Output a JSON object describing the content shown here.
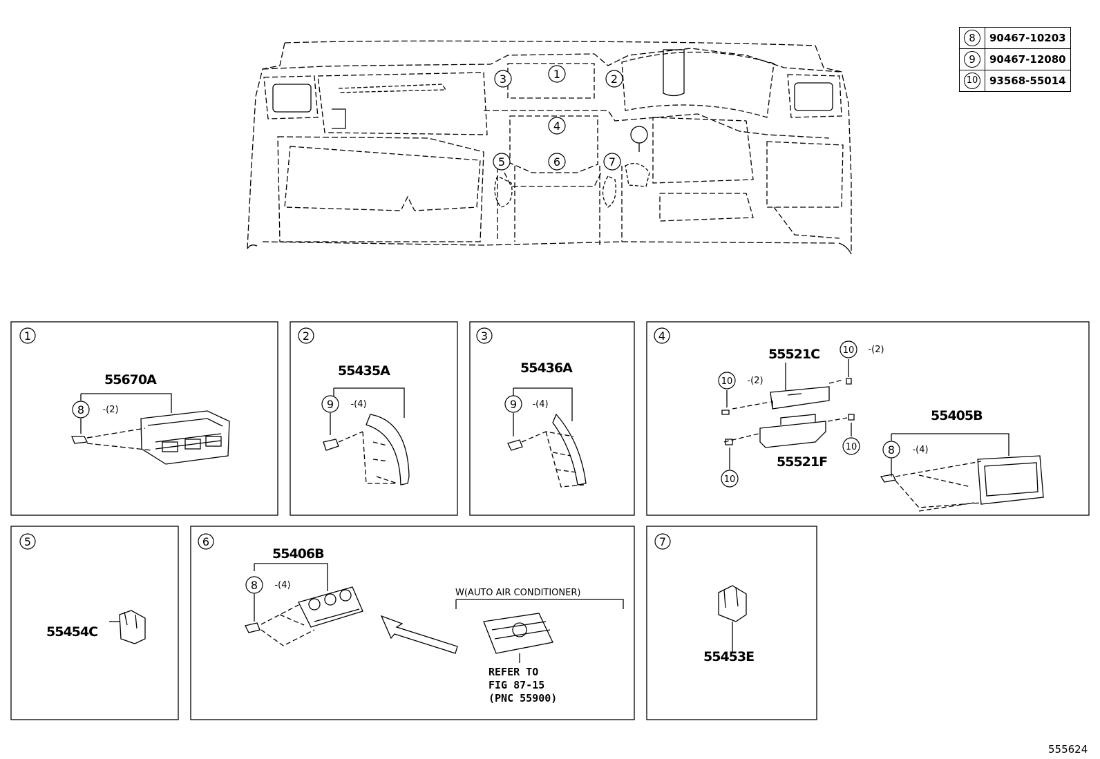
{
  "legend": [
    {
      "callout": "8",
      "part": "90467-10203"
    },
    {
      "callout": "9",
      "part": "90467-12080"
    },
    {
      "callout": "10",
      "part": "93568-55014"
    }
  ],
  "overview_callouts": [
    "1",
    "2",
    "3",
    "4",
    "5",
    "6",
    "7"
  ],
  "panels": [
    {
      "number": "1",
      "parts": [
        "55670A"
      ],
      "fasteners": [
        {
          "callout": "8",
          "qty": "-(2)"
        }
      ]
    },
    {
      "number": "2",
      "parts": [
        "55435A"
      ],
      "fasteners": [
        {
          "callout": "9",
          "qty": "-(4)"
        }
      ]
    },
    {
      "number": "3",
      "parts": [
        "55436A"
      ],
      "fasteners": [
        {
          "callout": "9",
          "qty": "-(4)"
        }
      ]
    },
    {
      "number": "4",
      "parts": [
        "55521C",
        "55521F",
        "55405B"
      ],
      "fasteners": [
        {
          "callout": "10",
          "qty": "-(2)"
        },
        {
          "callout": "10",
          "qty": "-(2)"
        },
        {
          "callout": "10",
          "qty": ""
        },
        {
          "callout": "10",
          "qty": ""
        },
        {
          "callout": "8",
          "qty": "-(4)"
        }
      ]
    },
    {
      "number": "5",
      "parts": [
        "55454C"
      ],
      "fasteners": []
    },
    {
      "number": "6",
      "parts": [
        "55406B"
      ],
      "fasteners": [
        {
          "callout": "8",
          "qty": "-(4)"
        }
      ],
      "condition": "W(AUTO AIR CONDITIONER)",
      "refer": [
        "REFER TO",
        "FIG 87-15",
        "(PNC 55900)"
      ]
    },
    {
      "number": "7",
      "parts": [
        "55453E"
      ],
      "fasteners": []
    }
  ],
  "diagram_code": "555624"
}
